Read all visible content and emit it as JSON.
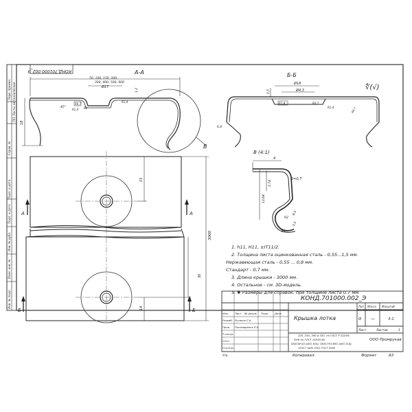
{
  "stamp": {
    "rotated_code": "КОНД.701000.002_Э"
  },
  "left_column": {
    "labels": [
      "Перв. примен.",
      "701 Листы металлические",
      "Справ. №",
      "Подп. и дата",
      "Инв. № дубл.",
      "Взам. инв. №",
      "Подп. и дата",
      "Инв. № подл."
    ]
  },
  "section_aa": {
    "title": "А-А",
    "widths_row1": "50, 100, 150, 200,",
    "widths_row2": "300, 400, 500, 600",
    "dia": "Ø17",
    "dim_12": "1,2",
    "dim_r1": "R0,7",
    "dim_r2": "R1,4",
    "dim_r3": "R2",
    "dim_ra": "R1,4",
    "dim_18": "18",
    "angle": "45°"
  },
  "section_bb": {
    "title": "Б-Б",
    "dia1": "Ø18",
    "dia2": "Ø4,3",
    "dim_h": "0,5",
    "dim_r1": "R1,4",
    "dim_r2": "R0,7",
    "dim_r3": "R1,4",
    "dim_side": "6,4",
    "dim_r4": "R0,7"
  },
  "roughness_mark": "∜(√)",
  "callout_v": "В",
  "detail_v": {
    "title": "В (4:1)",
    "dim_4": "4",
    "dim_s": "S=0,7",
    "dim_274": "2,74",
    "dim_136": "13,64",
    "dim_r2": "R2",
    "dim_65": "6,5",
    "dim_35": "3,5",
    "dim_r1": "R1"
  },
  "plan": {
    "arrow_a_left": "А",
    "arrow_a_right": "А",
    "arrow_b_left": "Б",
    "arrow_b_right": "Б",
    "dim_15": "15",
    "dim_3000": "3000",
    "dim_30": "30",
    "dim_14": "14"
  },
  "notes": [
    "1. h11, H11, ±IT11/2.",
    "2. Толщина листа оцинкованная сталь - 0,55...1,5 мм.",
    "Нержавеющая сталь - 0,55 ... 0,8 мм.",
    "Стандарт - 0,7 мм.",
    "3. Длина крышки - 3000 мм.",
    "4. Остальное - см. 3D-модель.",
    "5. ✱ Размеры для справок, при толщине листа 0.7 мм."
  ],
  "title_block": {
    "code": "КОНД.701000.002_Э",
    "name": "Крышка лотка",
    "material_line1": "220, 250, 280 и 320, по ГОСТ Р 52246;",
    "material_line2": "ОН8 по ГОСТ 14918-80",
    "material_line3": "08Х18Н10 (AISI 304), 08Х17Н13М2 (AISI 316),",
    "material_line4": "12Х17 (AISI 430) ГОСТ 5582",
    "company": "ООО Промрукав",
    "col_lit": "Лит.",
    "col_mass": "Масса",
    "col_scale": "Масштаб",
    "lit_value": "о",
    "mass_value": "—",
    "scale_value": "3:1",
    "sheet_label": "Лист",
    "sheets_label": "Листов",
    "sheets_value": "1",
    "rows": [
      {
        "role": "Изм.",
        "name": "Лист",
        "sign": "№ докум.",
        "extra": "Подп.",
        "date": "Дата"
      },
      {
        "role": "Разраб.",
        "name": "Русаков С.А.",
        "sign": "",
        "extra": "",
        "date": ""
      },
      {
        "role": "Пров.",
        "name": "Пономаренко Е.Е.",
        "sign": "",
        "extra": "",
        "date": ""
      },
      {
        "role": "Т.контр.",
        "name": "",
        "sign": "",
        "extra": "",
        "date": ""
      },
      {
        "role": "Согл.",
        "name": "",
        "sign": "",
        "extra": "",
        "date": ""
      },
      {
        "role": "Н.контр.",
        "name": "",
        "sign": "",
        "extra": "",
        "date": ""
      },
      {
        "role": "Утв.",
        "name": "",
        "sign": "",
        "extra": "",
        "date": ""
      }
    ],
    "copied_label": "Копировал:",
    "format_label": "Формат",
    "format_value": "А3"
  }
}
